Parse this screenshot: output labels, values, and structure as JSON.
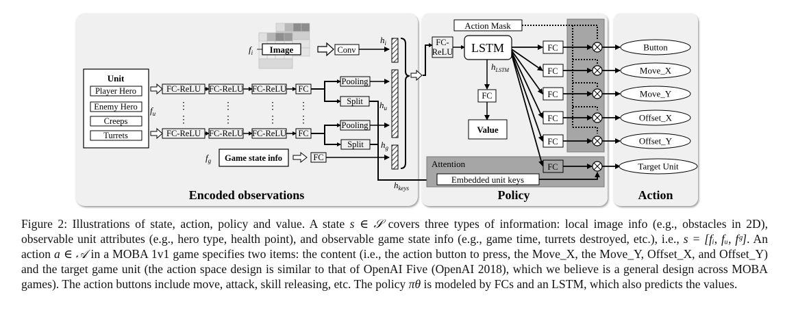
{
  "figure": {
    "panels": {
      "encoded": "Encoded observations",
      "policy": "Policy",
      "action": "Action"
    },
    "encoded": {
      "image_label": "Image",
      "image_feature": "f",
      "image_feature_sub": "i",
      "conv": "Conv",
      "unit_title": "Unit",
      "units": [
        "Player Hero",
        "Enemy Hero",
        "Creeps",
        "Turrets"
      ],
      "unit_feature": "f",
      "unit_feature_sub": "u",
      "fc_relu": "FC-ReLU",
      "fc": "FC",
      "pooling": "Pooling",
      "split": "Split",
      "game_state": "Game state info",
      "game_feature": "f",
      "game_feature_sub": "g",
      "dots": "⋮",
      "h_i": "h",
      "h_i_sub": "i",
      "h_u": "h",
      "h_u_sub": "u",
      "h_g": "h",
      "h_g_sub": "g",
      "h_keys": "h",
      "h_keys_sub": "keys"
    },
    "policy": {
      "fc_relu_line1": "FC-",
      "fc_relu_line2": "ReLU",
      "lstm": "LSTM",
      "h_lstm": "h",
      "h_lstm_sub": "LSTM",
      "fc": "FC",
      "value": "Value",
      "action_mask": "Action Mask",
      "attention": "Attention",
      "embedded_keys": "Embedded  unit keys",
      "multiply_symbol": "⊗"
    },
    "action": {
      "outputs": [
        "Button",
        "Move_X",
        "Move_Y",
        "Offset_X",
        "Offset_Y",
        "Target Unit"
      ]
    }
  },
  "caption": {
    "parts": [
      "Figure 2: Illustrations of state, action, policy and value. A state ",
      "s ∈ 𝒮",
      " covers three types of information: local image info (e.g., obstacles in 2D), observable unit attributes (e.g., hero type, health point), and observable game state info (e.g., game time, turrets destroyed, etc.), i.e., ",
      "s = [fᵢ, fᵤ, fᵍ]",
      ". An action ",
      "a ∈ 𝒜",
      " in a MOBA 1v1 game specifies two items: the content (i.e., the action button to press, the Move_X, the Move_Y, Offset_X, and Offset_Y) and the target game unit (the action space design is similar to that of OpenAI Five (OpenAI 2018), which we believe is a general design across MOBA games). The action buttons include move, attack, skill releasing, etc. The policy ",
      "πθ",
      " is modeled by FCs and an LSTM, which also predicts the values."
    ]
  },
  "colors": {
    "panel_bg": "#f0f0f0",
    "mask_bg": "#a6a6a6",
    "box_bg": "#ffffff"
  }
}
